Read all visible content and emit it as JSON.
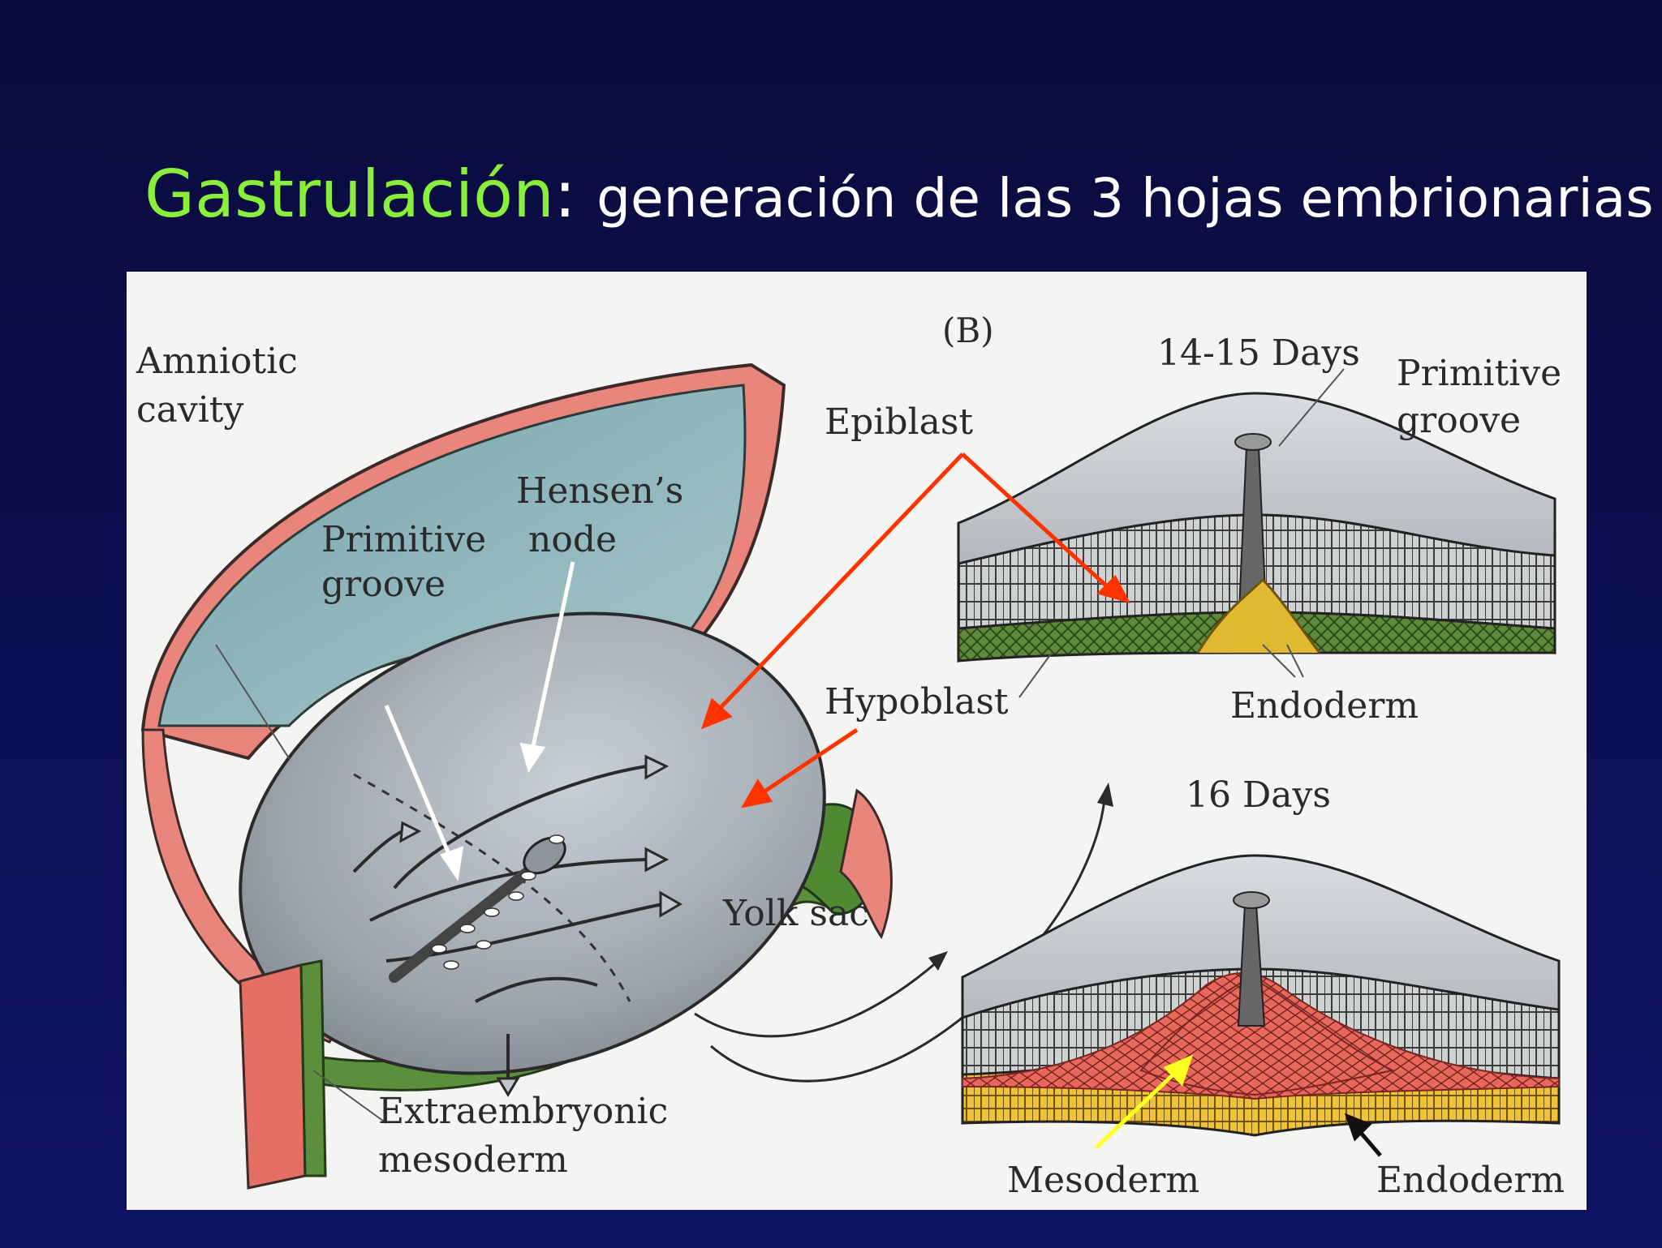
{
  "title": {
    "highlight": "Gastrulación",
    "separator": ":",
    "rest": "generación de las 3 hojas embrionarias"
  },
  "figure": {
    "panel_letter": "(B)",
    "left": {
      "amniotic_line1": "Amniotic",
      "amniotic_line2": "cavity",
      "hensens_line1": "Hensen’s",
      "hensens_line2": "node",
      "primitive_line1": "Primitive",
      "primitive_line2": "groove",
      "yolk_sac": "Yolk sac",
      "extraembryonic_line1": "Extraembryonic",
      "extraembryonic_line2": "mesoderm"
    },
    "middle": {
      "epiblast": "Epiblast",
      "hypoblast": "Hypoblast"
    },
    "top_right": {
      "days": "14-15 Days",
      "primitive_line1": "Primitive",
      "primitive_line2": "groove",
      "endoderm": "Endoderm"
    },
    "bottom_right": {
      "days": "16 Days",
      "mesoderm": "Mesoderm",
      "endoderm": "Endoderm"
    }
  },
  "colors": {
    "background": "#0c0f52",
    "title_highlight": "#8aef3c",
    "title_text": "#ffffff",
    "annotation_red_arrow": "#ff3300",
    "annotation_white_arrow": "#ffffff",
    "annotation_yellow_arrow": "#ffff22",
    "annotation_black_arrow": "#111111"
  }
}
